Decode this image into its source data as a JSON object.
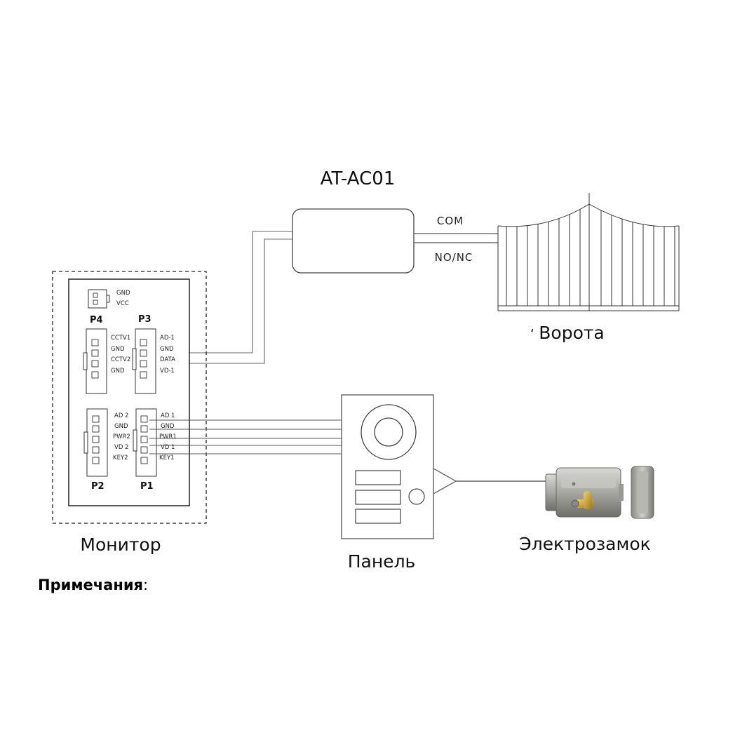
{
  "title": "AT-AC01",
  "controller": {
    "com_label": "COM",
    "nonc_label": "NO/NC"
  },
  "gate": {
    "label": "Ворота",
    "mark": "‘"
  },
  "monitor": {
    "label": "Монитор",
    "p4": {
      "name": "P4",
      "pins": [
        "GND",
        "VCC"
      ]
    },
    "p3": {
      "name": "P3",
      "pins": [
        "AD-1",
        "GND",
        "DATA",
        "VD-1"
      ]
    },
    "p3_left_pins": [
      "CCTV1",
      "GND",
      "CCTV2",
      "GND"
    ],
    "p2": {
      "name": "P2",
      "pins": [
        "AD 2",
        "GND",
        "PWR2",
        "VD 2",
        "KEY2"
      ]
    },
    "p1": {
      "name": "P1",
      "pins": [
        "AD 1",
        "GND",
        "PWR1",
        "VD 1",
        "KEY1"
      ]
    }
  },
  "panel": {
    "label": "Панель"
  },
  "lock": {
    "label": "Электрозамок"
  },
  "notes": {
    "title": "Примечания",
    "suffix": ":"
  }
}
